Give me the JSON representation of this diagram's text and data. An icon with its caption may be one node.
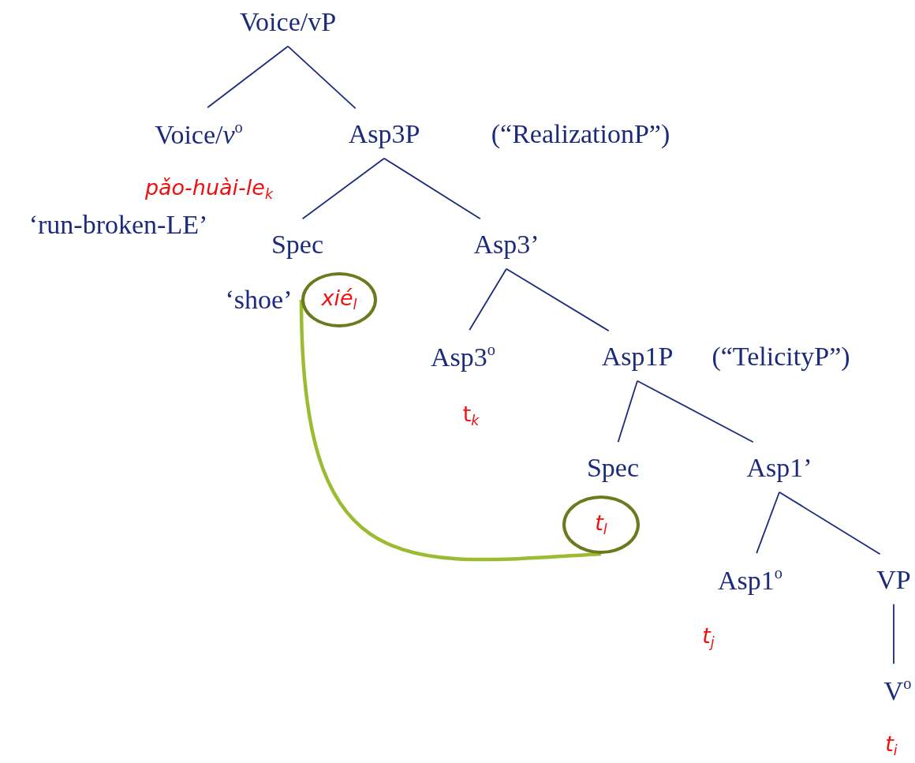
{
  "diagram": {
    "nodes": [
      {
        "text": [
          "Voice/vP"
        ]
      },
      {
        "text": [
          "Voice/*v*$^{o}$"
        ],
        "beside": [
          "pǎo-huài-le$_{k}$",
          "‘run-broken-LE’"
        ]
      },
      {
        "text": [
          "Asp3P"
        ],
        "beside": [
          "(“RealizationP”)"
        ]
      },
      {
        "text": [
          "Spec"
        ]
      },
      {
        "text": [
          "xié$_{l}$"
        ]
      },
      {
        "text": [
          "Asp3’"
        ]
      },
      {
        "text": [
          "Asp3$^{o}$"
        ],
        "beside": [
          "t$_{k}$"
        ]
      },
      {
        "text": [
          "Asp1P"
        ],
        "beside": [
          "(“TelicityP”)"
        ]
      },
      {
        "text": [
          "Spec"
        ]
      },
      {
        "text": [
          "t$_{l}$"
        ]
      },
      {
        "text": [
          "Asp1’"
        ]
      },
      {
        "text": [
          "Asp1$^{o}$"
        ],
        "beside": [
          "t$_{j}$"
        ]
      },
      {
        "text": [
          "VP"
        ]
      },
      {
        "text": [
          "V$^{o}$"
        ],
        "beside": [
          "t$_{i}$"
        ]
      }
    ],
    "edges": [
      {
        "from": 0,
        "to": 1,
        "arrow": "none"
      },
      {
        "from": 0,
        "to": 2,
        "arrow": "none"
      },
      {
        "from": 2,
        "to": 3,
        "arrow": "none"
      },
      {
        "from": 2,
        "to": 5,
        "arrow": "none"
      },
      {
        "from": 5,
        "to": 6,
        "arrow": "none"
      },
      {
        "from": 5,
        "to": 7,
        "arrow": "none"
      },
      {
        "from": 7,
        "to": 8,
        "arrow": "none"
      },
      {
        "from": 7,
        "to": 10,
        "arrow": "none"
      },
      {
        "from": 10,
        "to": 11,
        "arrow": "none"
      },
      {
        "from": 10,
        "to": 12,
        "arrow": "none"
      },
      {
        "from": 12,
        "to": 13,
        "arrow": "none"
      },
      {
        "from": 4,
        "to": 9,
        "arrow": "none",
        "style": "thick",
        "color": "#9cbb32"
      }
    ],
    "labels": [
      "‘shoe’"
    ]
  }
}
